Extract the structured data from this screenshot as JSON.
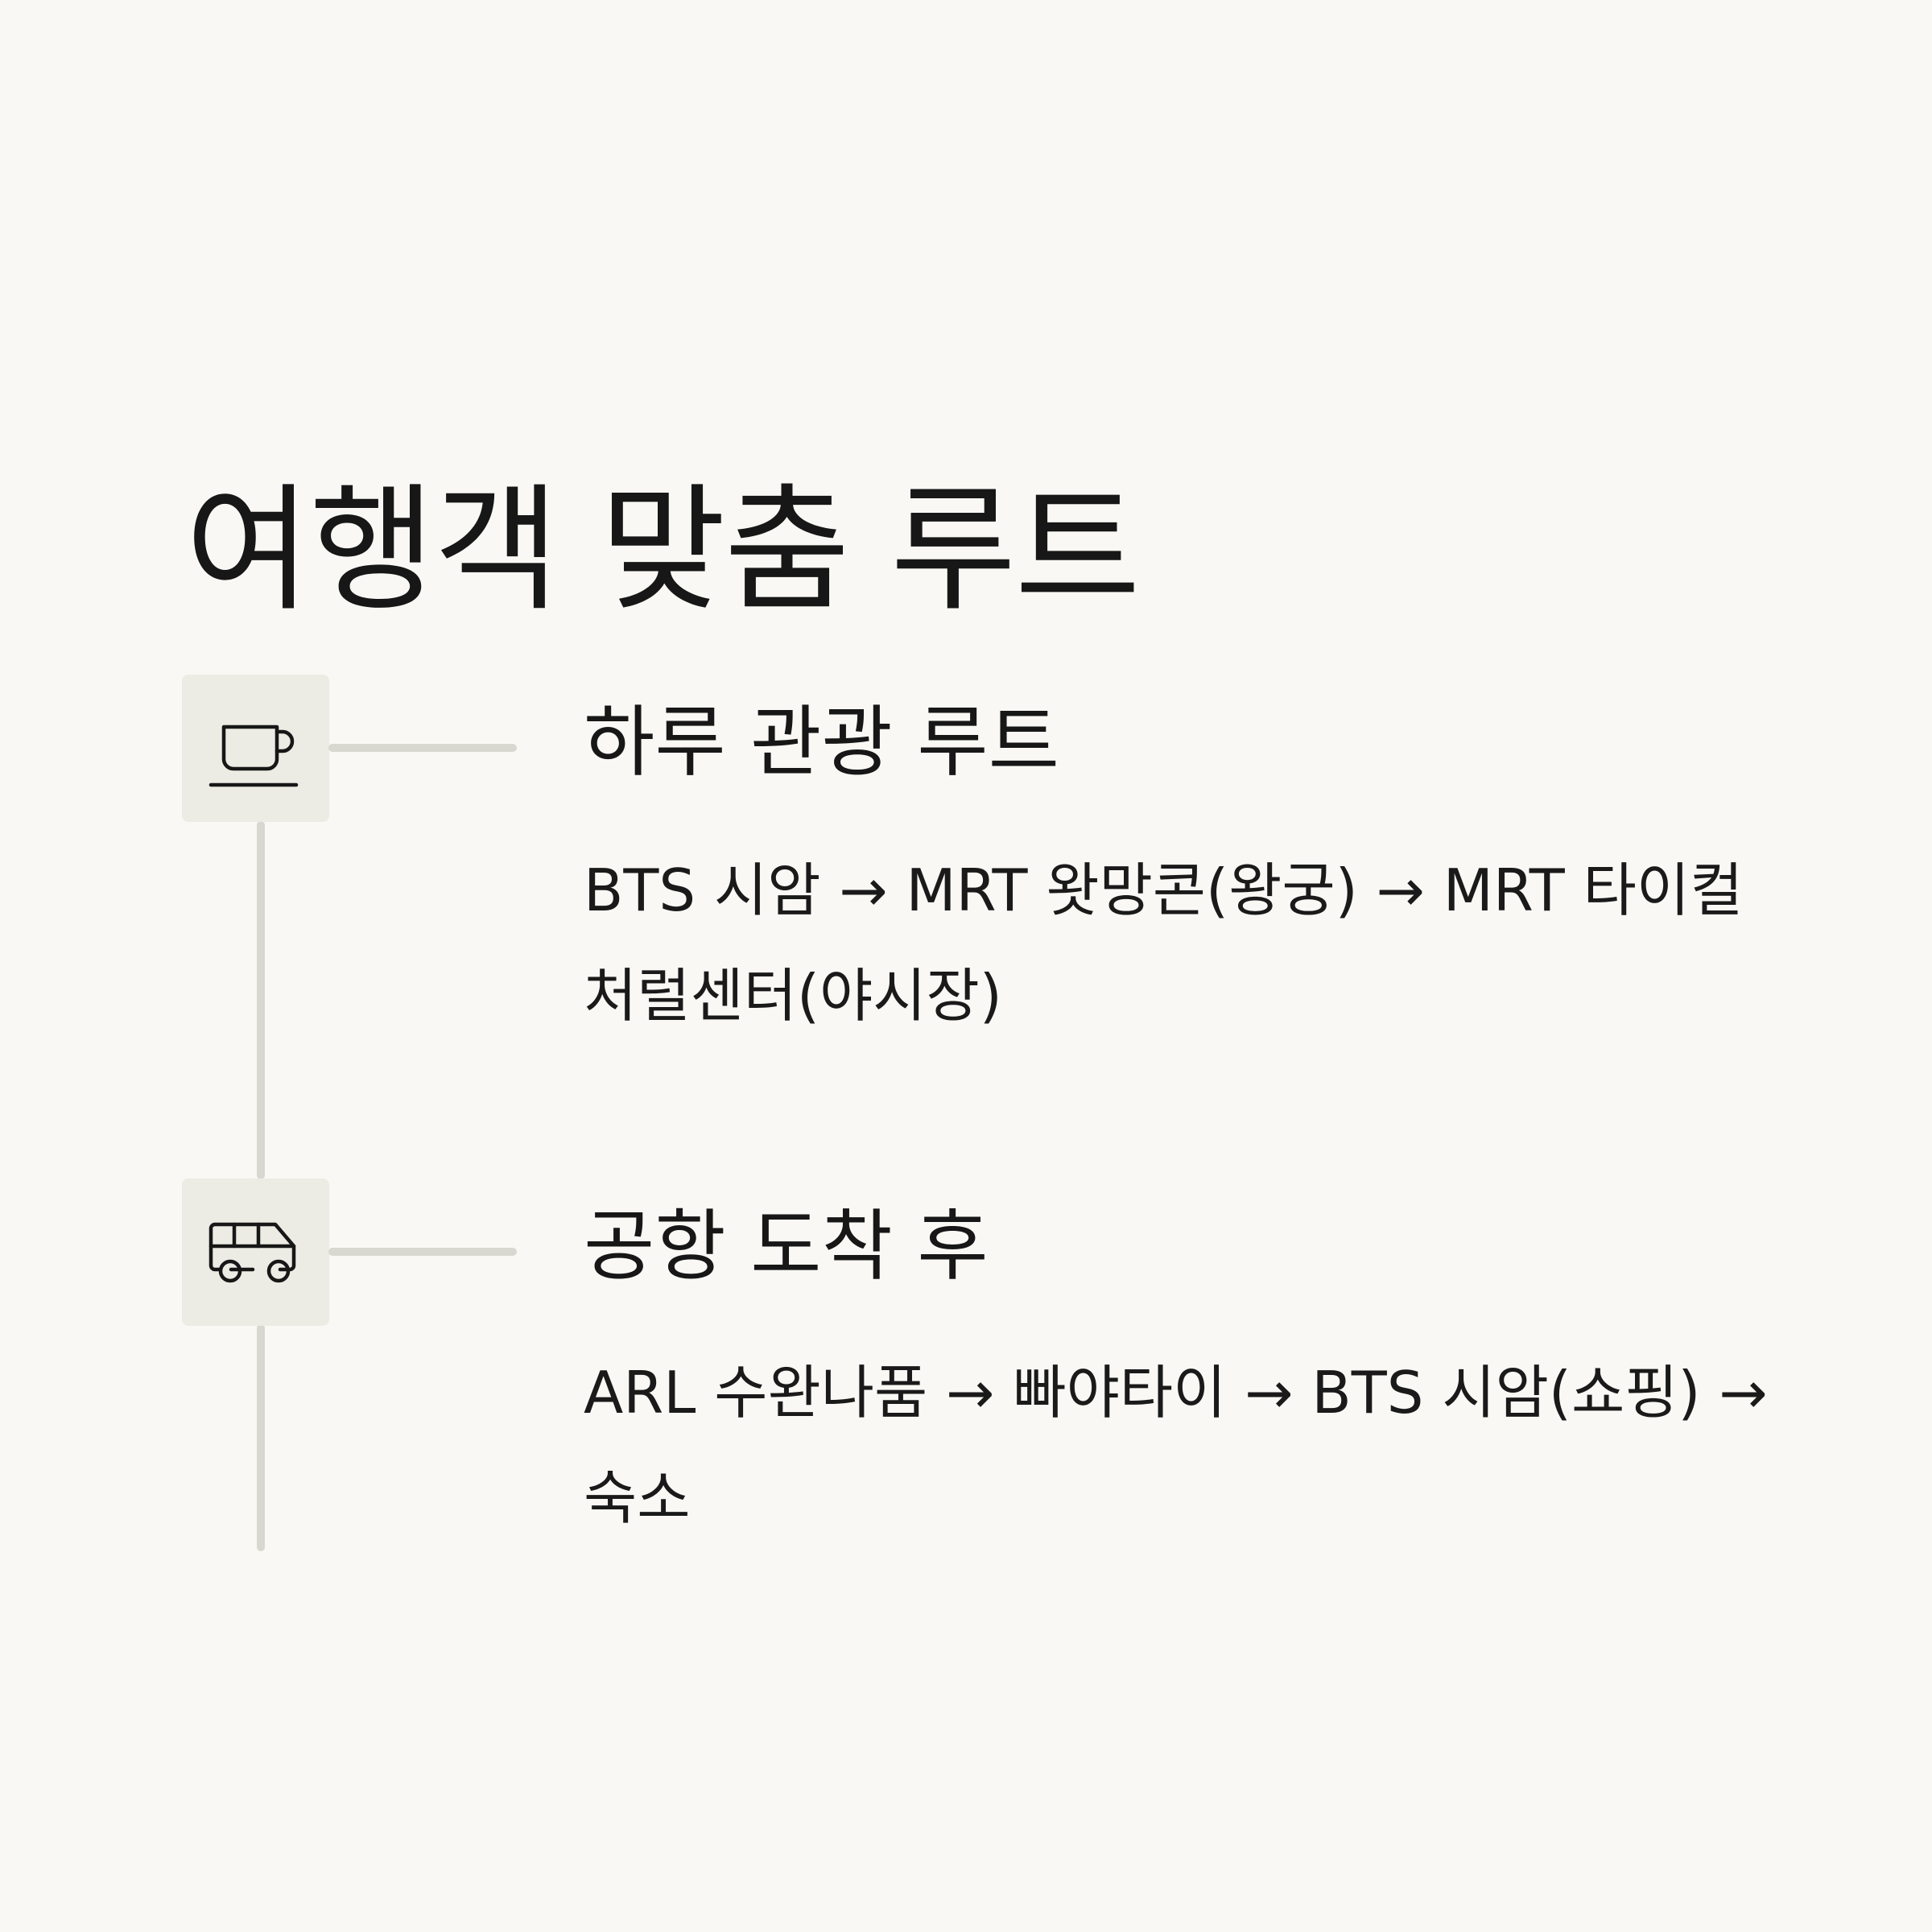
{
  "page_title": "여행객 맞춤 루트",
  "steps": [
    {
      "icon": "coffee-cup-icon",
      "title": "하루 관광 루트",
      "route": "BTS 시암 → MRT 왓망콘(왕궁) → MRT 타이컬처럴센터(야시장)"
    },
    {
      "icon": "van-icon",
      "title": "공항 도착 후",
      "route": "ARL 수완나품 → 빠야타이 → BTS 시암(쇼핑) → 숙소"
    }
  ],
  "colors": {
    "background": "#f9f8f4",
    "text": "#171717",
    "line": "#d8d7d0",
    "icon_box": "#ecebe4"
  }
}
